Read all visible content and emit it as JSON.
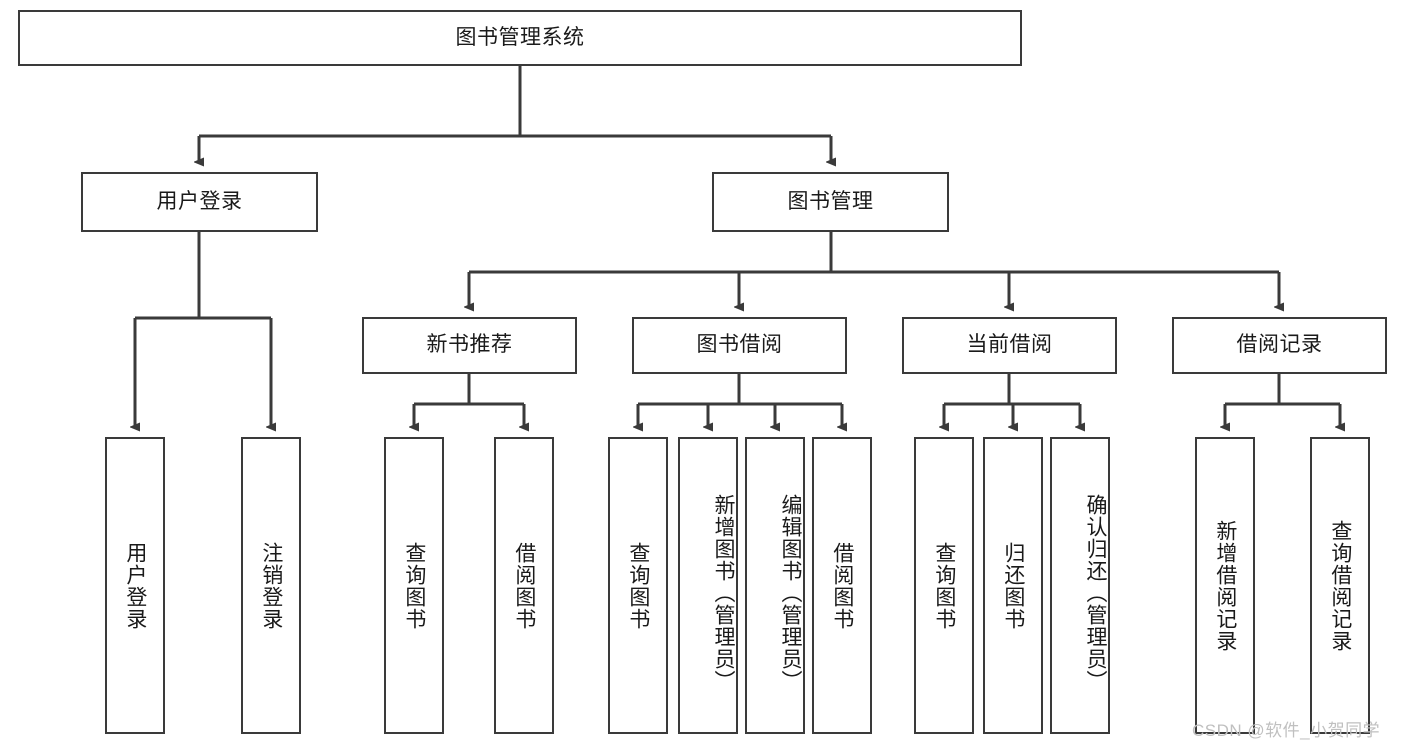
{
  "diagram": {
    "title": "图书管理系统",
    "type": "hierarchy-tree",
    "watermark": "CSDN @软件_小贺同学",
    "colors": {
      "box_border": "#3a3a3a",
      "box_fill": "#ffffff",
      "edge": "#3a3a3a",
      "text": "#1a1a1a",
      "watermark": "#c0c0c0",
      "background": "#ffffff"
    },
    "root": {
      "label": "图书管理系统"
    },
    "level2": [
      {
        "label": "用户登录"
      },
      {
        "label": "图书管理"
      }
    ],
    "level3": [
      {
        "label": "新书推荐"
      },
      {
        "label": "图书借阅"
      },
      {
        "label": "当前借阅"
      },
      {
        "label": "借阅记录"
      }
    ],
    "leaves": {
      "user_login": [
        {
          "label": "用户登录"
        },
        {
          "label": "注销登录"
        }
      ],
      "new_book_recommend": [
        {
          "label": "查询图书"
        },
        {
          "label": "借阅图书"
        }
      ],
      "book_borrow": [
        {
          "label": "查询图书"
        },
        {
          "label": "新增图书（管理员）"
        },
        {
          "label": "编辑图书（管理员）"
        },
        {
          "label": "借阅图书"
        }
      ],
      "current_borrow": [
        {
          "label": "查询图书"
        },
        {
          "label": "归还图书"
        },
        {
          "label": "确认归还（管理员）"
        }
      ],
      "borrow_record": [
        {
          "label": "新增借阅记录"
        },
        {
          "label": "查询借阅记录"
        }
      ]
    }
  }
}
